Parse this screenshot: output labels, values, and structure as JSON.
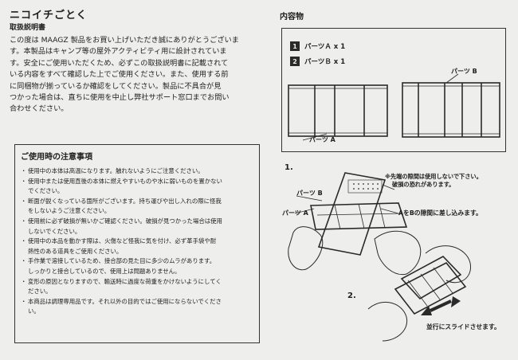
{
  "left": {
    "title": "ニコイチごとく",
    "subtitle": "取扱説明書",
    "intro": [
      "この度は MAAGZ 製品をお買い上げいただき誠にありがとうございま",
      "す。本製品はキャンプ等の屋外アクティビティ用に設計されていま",
      "す。安全にご使用いただくため、必ずこの取扱説明書に記載されて",
      "いる内容をすべて確認した上でご使用ください。また、使用する前",
      "に同梱物が揃っているか確認をしてください。製品に不具合が見",
      "つかった場合は、直ちに使用を中止し弊社サポート窓口までお問い",
      "合わせください。"
    ],
    "caution": {
      "heading": "ご使用時の注意事項",
      "items": [
        {
          "bullet": "・",
          "text": "使用中の本体は高温になります。触れないようにご注意ください。"
        },
        {
          "bullet": "・",
          "text": "使用中または使用直後の本体に燃えやすいものや水に弱いものを置かない"
        },
        {
          "bullet": "",
          "text": "でください。"
        },
        {
          "bullet": "・",
          "text": "断面が鋭くなっている箇所がございます。持ち運びや出し入れの際に怪我"
        },
        {
          "bullet": "",
          "text": "をしないようご注意ください。"
        },
        {
          "bullet": "・",
          "text": "使用前に必ず破損が無いかご確認ください。破損が見つかった場合は使用"
        },
        {
          "bullet": "",
          "text": "しないでください。"
        },
        {
          "bullet": "・",
          "text": "使用中の本品を動かす際は、火傷など怪我に気を付け、必ず革手袋や耐"
        },
        {
          "bullet": "",
          "text": "熱性のある道具をご使用ください。"
        },
        {
          "bullet": "・",
          "text": "手作業で溶接しているため、接合部の見た目に多少のムラがあります。"
        },
        {
          "bullet": "",
          "text": "しっかりと接合しているので、使用上は問題ありません。"
        },
        {
          "bullet": "・",
          "text": "変形の原因となりますので、輸送時に過度な荷重をかけないようにしてく"
        },
        {
          "bullet": "",
          "text": "ださい。"
        },
        {
          "bullet": "・",
          "text": "本商品は調理専用品です。それ以外の目的ではご使用にならないでくださ"
        },
        {
          "bullet": "",
          "text": "い。"
        }
      ]
    }
  },
  "right": {
    "contents_title": "内容物",
    "parts": [
      {
        "num": "1",
        "text": "パーツＡ x 1"
      },
      {
        "num": "2",
        "text": "パーツＢ x 1"
      }
    ],
    "label_part_a": "パーツ A",
    "label_part_b": "パーツ B",
    "step1": "1.",
    "step2": "2.",
    "note_line1": "※先端の隙間は使用しないで下さい。",
    "note_line2": "破損の恐れがあります。",
    "fig_label_b": "パーツ B",
    "fig_label_a": "パーツ A",
    "insert_text": "AをBの隙間に差し込みます。",
    "slide_text": "並行にスライドさせます。"
  }
}
